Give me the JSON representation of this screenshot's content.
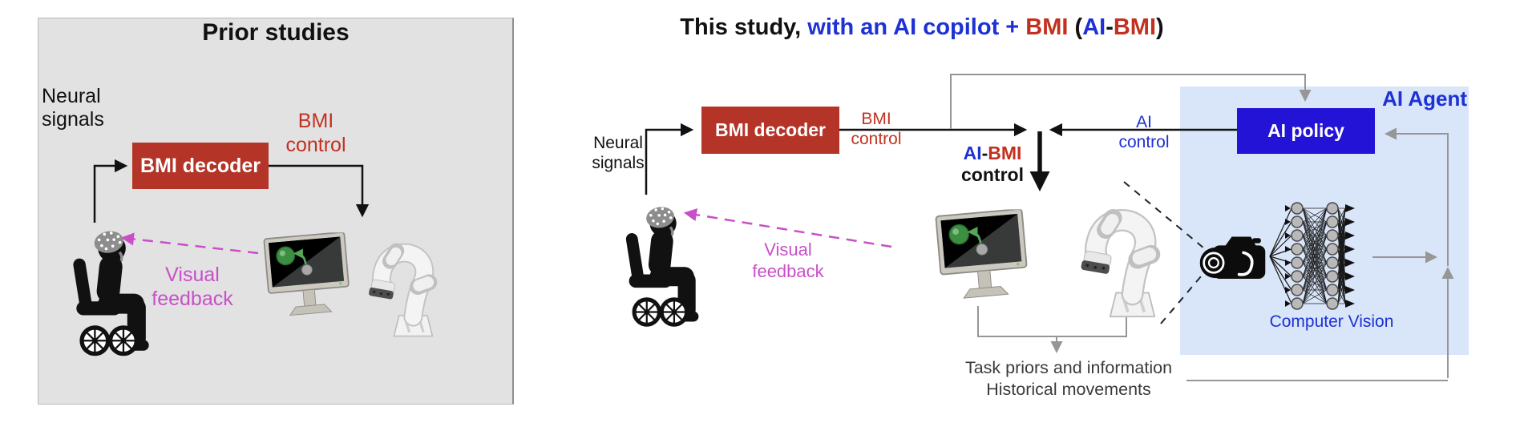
{
  "colors": {
    "red_box": "#b43428",
    "red_text": "#c23120",
    "blue_box": "#2313d6",
    "blue_text": "#1d31d4",
    "agent_background": "#d9e5f9",
    "magenta": "#c94fc9",
    "gray_panel": "#e2e2e2",
    "gray_line": "#969696",
    "black": "#111111"
  },
  "left_panel": {
    "title": "Prior studies",
    "neural_signals": "Neural\nsignals",
    "bmi_decoder": "BMI decoder",
    "bmi_control": "BMI\ncontrol",
    "visual_feedback": "Visual\nfeedback"
  },
  "right_panel": {
    "title": {
      "p1": "This study, ",
      "p2": "with an AI copilot + ",
      "p3": "BMI",
      "p4": " (",
      "p5": "AI",
      "p6": "-",
      "p7": "BMI",
      "p8": ")"
    },
    "neural_signals": "Neural\nsignals",
    "bmi_decoder": "BMI decoder",
    "bmi_control": "BMI\ncontrol",
    "ai_bmi_label": {
      "ai": "AI",
      "dash": "-",
      "bmi": "BMI",
      "control": "control"
    },
    "ai_control": "AI\ncontrol",
    "ai_agent": "AI Agent",
    "ai_policy": "AI policy",
    "computer_vision": "Computer Vision",
    "visual_feedback": "Visual\nfeedback",
    "task_priors": "Task priors and information\nHistorical movements"
  },
  "icons": {
    "left": [
      "wheelchair-user-icon",
      "eeg-cap-icon",
      "monitor-task-icon",
      "robot-arm-icon"
    ],
    "right": [
      "wheelchair-user-icon",
      "eeg-cap-icon",
      "monitor-task-icon",
      "robot-arm-icon",
      "camera-icon",
      "neural-network-icon"
    ]
  }
}
